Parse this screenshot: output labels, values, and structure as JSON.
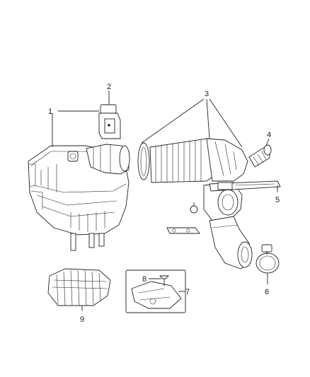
{
  "callouts": [
    {
      "id": "callout-1",
      "text": "1"
    },
    {
      "id": "callout-2",
      "text": "2"
    },
    {
      "id": "callout-3",
      "text": "3"
    },
    {
      "id": "callout-4",
      "text": "4"
    },
    {
      "id": "callout-5",
      "text": "5"
    },
    {
      "id": "callout-6",
      "text": "6"
    },
    {
      "id": "callout-7",
      "text": "7"
    },
    {
      "id": "callout-8",
      "text": "8"
    },
    {
      "id": "callout-9",
      "text": "9"
    }
  ],
  "parts": [
    {
      "callout": "1",
      "name": "air-cleaner-housing-icon"
    },
    {
      "callout": "2",
      "name": "mass-airflow-sensor-icon"
    },
    {
      "callout": "3",
      "name": "air-inlet-duct-icon"
    },
    {
      "callout": "4",
      "name": "connector-fitting-icon"
    },
    {
      "callout": "5",
      "name": "hose-clamp-strap-icon"
    },
    {
      "callout": "6",
      "name": "hose-clamp-icon"
    },
    {
      "callout": "7",
      "name": "bracket-kit-icon"
    },
    {
      "callout": "8",
      "name": "push-pin-icon"
    },
    {
      "callout": "9",
      "name": "air-filter-element-icon"
    }
  ]
}
